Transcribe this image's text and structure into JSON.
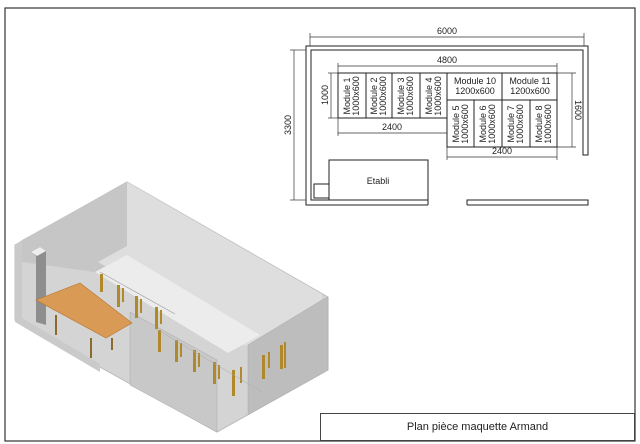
{
  "title_block": {
    "text": "Plan pièce maquette Armand"
  },
  "plan": {
    "dimensions": {
      "overall_width": "6000",
      "overall_depth": "3300",
      "modules_width": "4800",
      "module_depth": "1000",
      "left_run": "2400",
      "right_run": "2400",
      "right_depth": "1600"
    },
    "modules": [
      {
        "name": "Module 1",
        "size": "1000x600"
      },
      {
        "name": "Module 2",
        "size": "1000x600"
      },
      {
        "name": "Module 3",
        "size": "1000x600"
      },
      {
        "name": "Module 4",
        "size": "1000x600"
      },
      {
        "name": "Module 10",
        "size": "1200x600"
      },
      {
        "name": "Module 11",
        "size": "1200x600"
      },
      {
        "name": "Module 5",
        "size": "1000x600"
      },
      {
        "name": "Module 6",
        "size": "1000x600"
      },
      {
        "name": "Module 7",
        "size": "1000x600"
      },
      {
        "name": "Module 8",
        "size": "1000x600"
      }
    ],
    "workbench": "Etabli"
  },
  "colors": {
    "wall": "#d0d0d0",
    "table": "#d99a55",
    "legs": "#b08a2a"
  }
}
